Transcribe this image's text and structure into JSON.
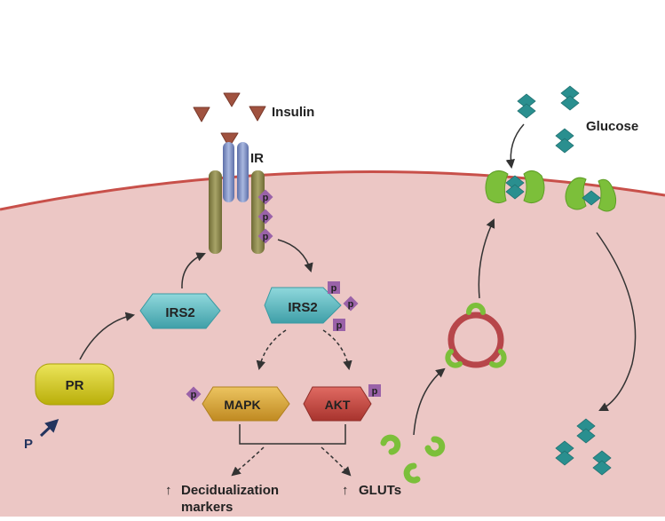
{
  "labels": {
    "insulin": "Insulin",
    "ir": "IR",
    "glucose": "Glucose",
    "irs2_left": "IRS2",
    "irs2_right": "IRS2",
    "pr": "PR",
    "p_progesterone": "P",
    "mapk": "MAPK",
    "akt": "AKT",
    "phospho": "p",
    "decidualization_line1": "Decidualization",
    "decidualization_line2": "markers",
    "gluts": "GLUTs",
    "up_arrow": "↑"
  },
  "colors": {
    "cytoplasm": "#e8c4c2",
    "membrane": "#c8504a",
    "insulin": "#a0523f",
    "receptor_blue": "#7f92c4",
    "receptor_olive": "#8e8a4d",
    "phospho": "#9a62a8",
    "irs2": "#5bbcc4",
    "pr": "#d6cc12",
    "mapk": "#d8a52f",
    "akt": "#c9473f",
    "glut": "#7cbf3a",
    "glucose": "#2a8f8f",
    "vesicle": "#b7464a"
  }
}
